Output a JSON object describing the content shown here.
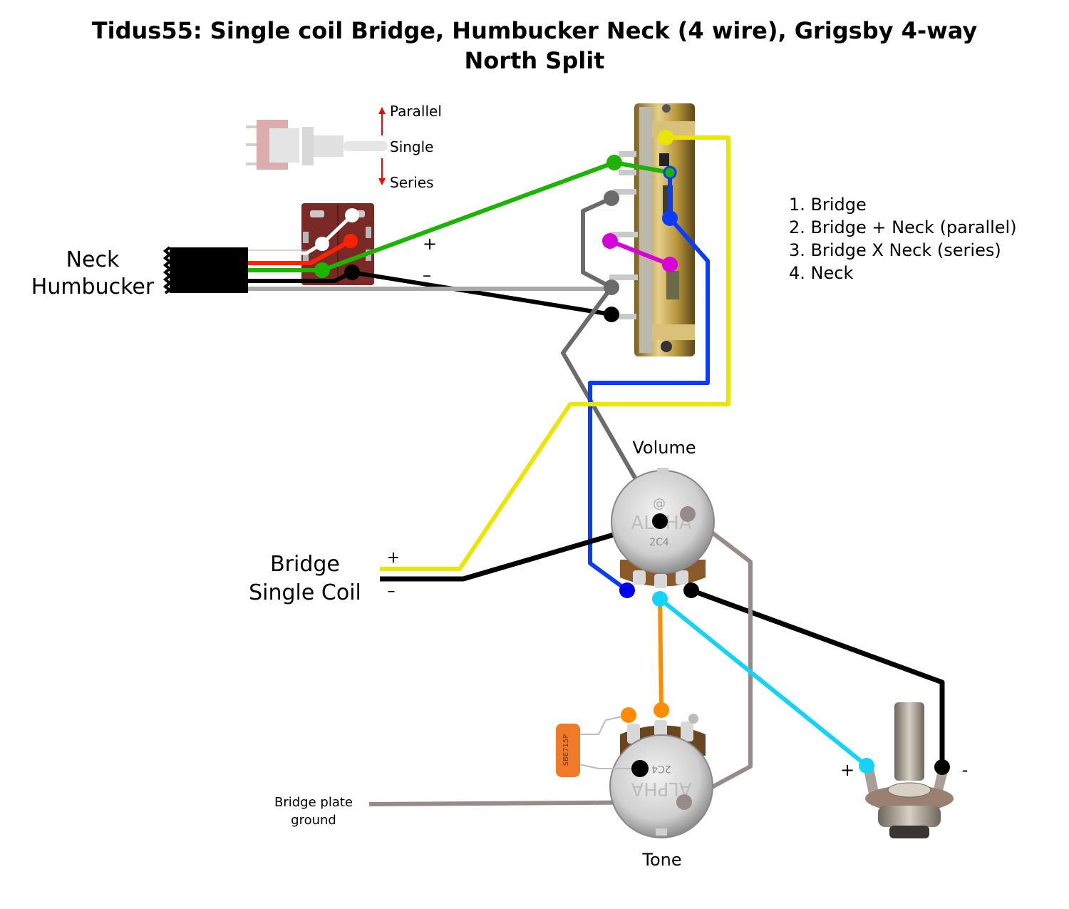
{
  "title": {
    "line1": "Tidus55: Single coil Bridge, Humbucker Neck (4 wire), Grigsby 4-way",
    "line2": "North Split"
  },
  "toggle": {
    "parallel": "Parallel",
    "single": "Single",
    "series": "Series"
  },
  "positions": [
    "1. Bridge",
    "2. Bridge + Neck (parallel)",
    "3. Bridge X Neck (series)",
    "4. Neck"
  ],
  "labels": {
    "neck_line1": "Neck",
    "neck_line2": "Humbucker",
    "neck_plus": "+",
    "neck_minus": "–",
    "bridge_line1": "Bridge",
    "bridge_line2": "Single Coil",
    "bridge_plus": "+",
    "bridge_minus": "–",
    "volume": "Volume",
    "tone": "Tone",
    "ground_line1": "Bridge plate",
    "ground_line2": "ground",
    "jack_plus": "+",
    "jack_minus": "-",
    "pot_brand": "ALPHA",
    "pot_code": "2C4",
    "cap_text": "SBE715P"
  },
  "wire_colors": {
    "yellow": "#ebe600",
    "black": "#000000",
    "green": "#1db400",
    "red": "#ff2200",
    "white": "#ffffff",
    "grey_dark": "#6b6b6b",
    "grey_light": "#a8a8a8",
    "taupe": "#978b8a",
    "blue": "#0a3cff",
    "blue_dark": "#0000ee",
    "magenta": "#d800d8",
    "cyan": "#15d3f5",
    "orange": "#ff8c00"
  }
}
